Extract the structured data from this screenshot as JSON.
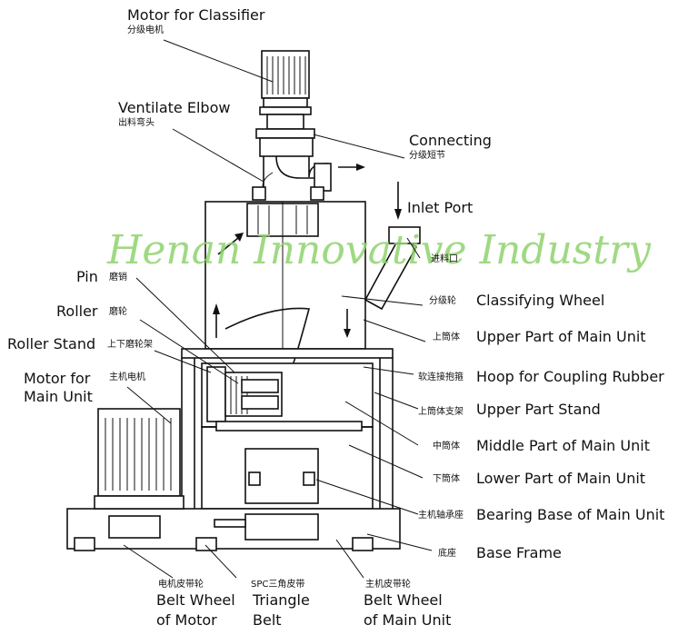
{
  "watermark": "Henan Innovative Industry",
  "labels": {
    "motor_classifier": {
      "en": "Motor for Classifier",
      "cn": "分级电机"
    },
    "ventilate_elbow": {
      "en": "Ventilate Elbow",
      "cn": "出料弯头"
    },
    "connecting": {
      "en": "Connecting",
      "cn": "分级短节"
    },
    "inlet_port": {
      "en": "Inlet Port",
      "cn": "进料口"
    },
    "pin": {
      "en": "Pin",
      "cn": "磨销"
    },
    "roller": {
      "en": "Roller",
      "cn": "磨轮"
    },
    "roller_stand": {
      "en": "Roller Stand",
      "cn": "上下磨轮架"
    },
    "motor_main": {
      "en1": "Motor for",
      "en2": "Main Unit",
      "cn": "主机电机"
    },
    "classifying_wheel": {
      "en": "Classifying Wheel",
      "cn": "分级轮"
    },
    "upper_part": {
      "en": "Upper Part of Main Unit",
      "cn": "上筒体"
    },
    "hoop": {
      "en": "Hoop for Coupling Rubber",
      "cn": "软连接抱箍"
    },
    "upper_stand": {
      "en": "Upper Part Stand",
      "cn": "上筒体支架"
    },
    "middle_part": {
      "en": "Middle Part of Main Unit",
      "cn": "中筒体"
    },
    "lower_part": {
      "en": "Lower Part of Main Unit",
      "cn": "下筒体"
    },
    "bearing_base": {
      "en": "Bearing Base of Main Unit",
      "cn": "主机轴承座"
    },
    "base_frame": {
      "en": "Base Frame",
      "cn": "底座"
    },
    "belt_wheel_motor": {
      "en1": "Belt Wheel",
      "en2": "of Motor",
      "cn": "电机皮带轮"
    },
    "triangle_belt": {
      "en1": "Triangle",
      "en2": "Belt",
      "cn": "SPC三角皮带"
    },
    "belt_wheel_main": {
      "en1": "Belt Wheel",
      "en2": "of Main Unit",
      "cn": "主机皮带轮"
    }
  }
}
